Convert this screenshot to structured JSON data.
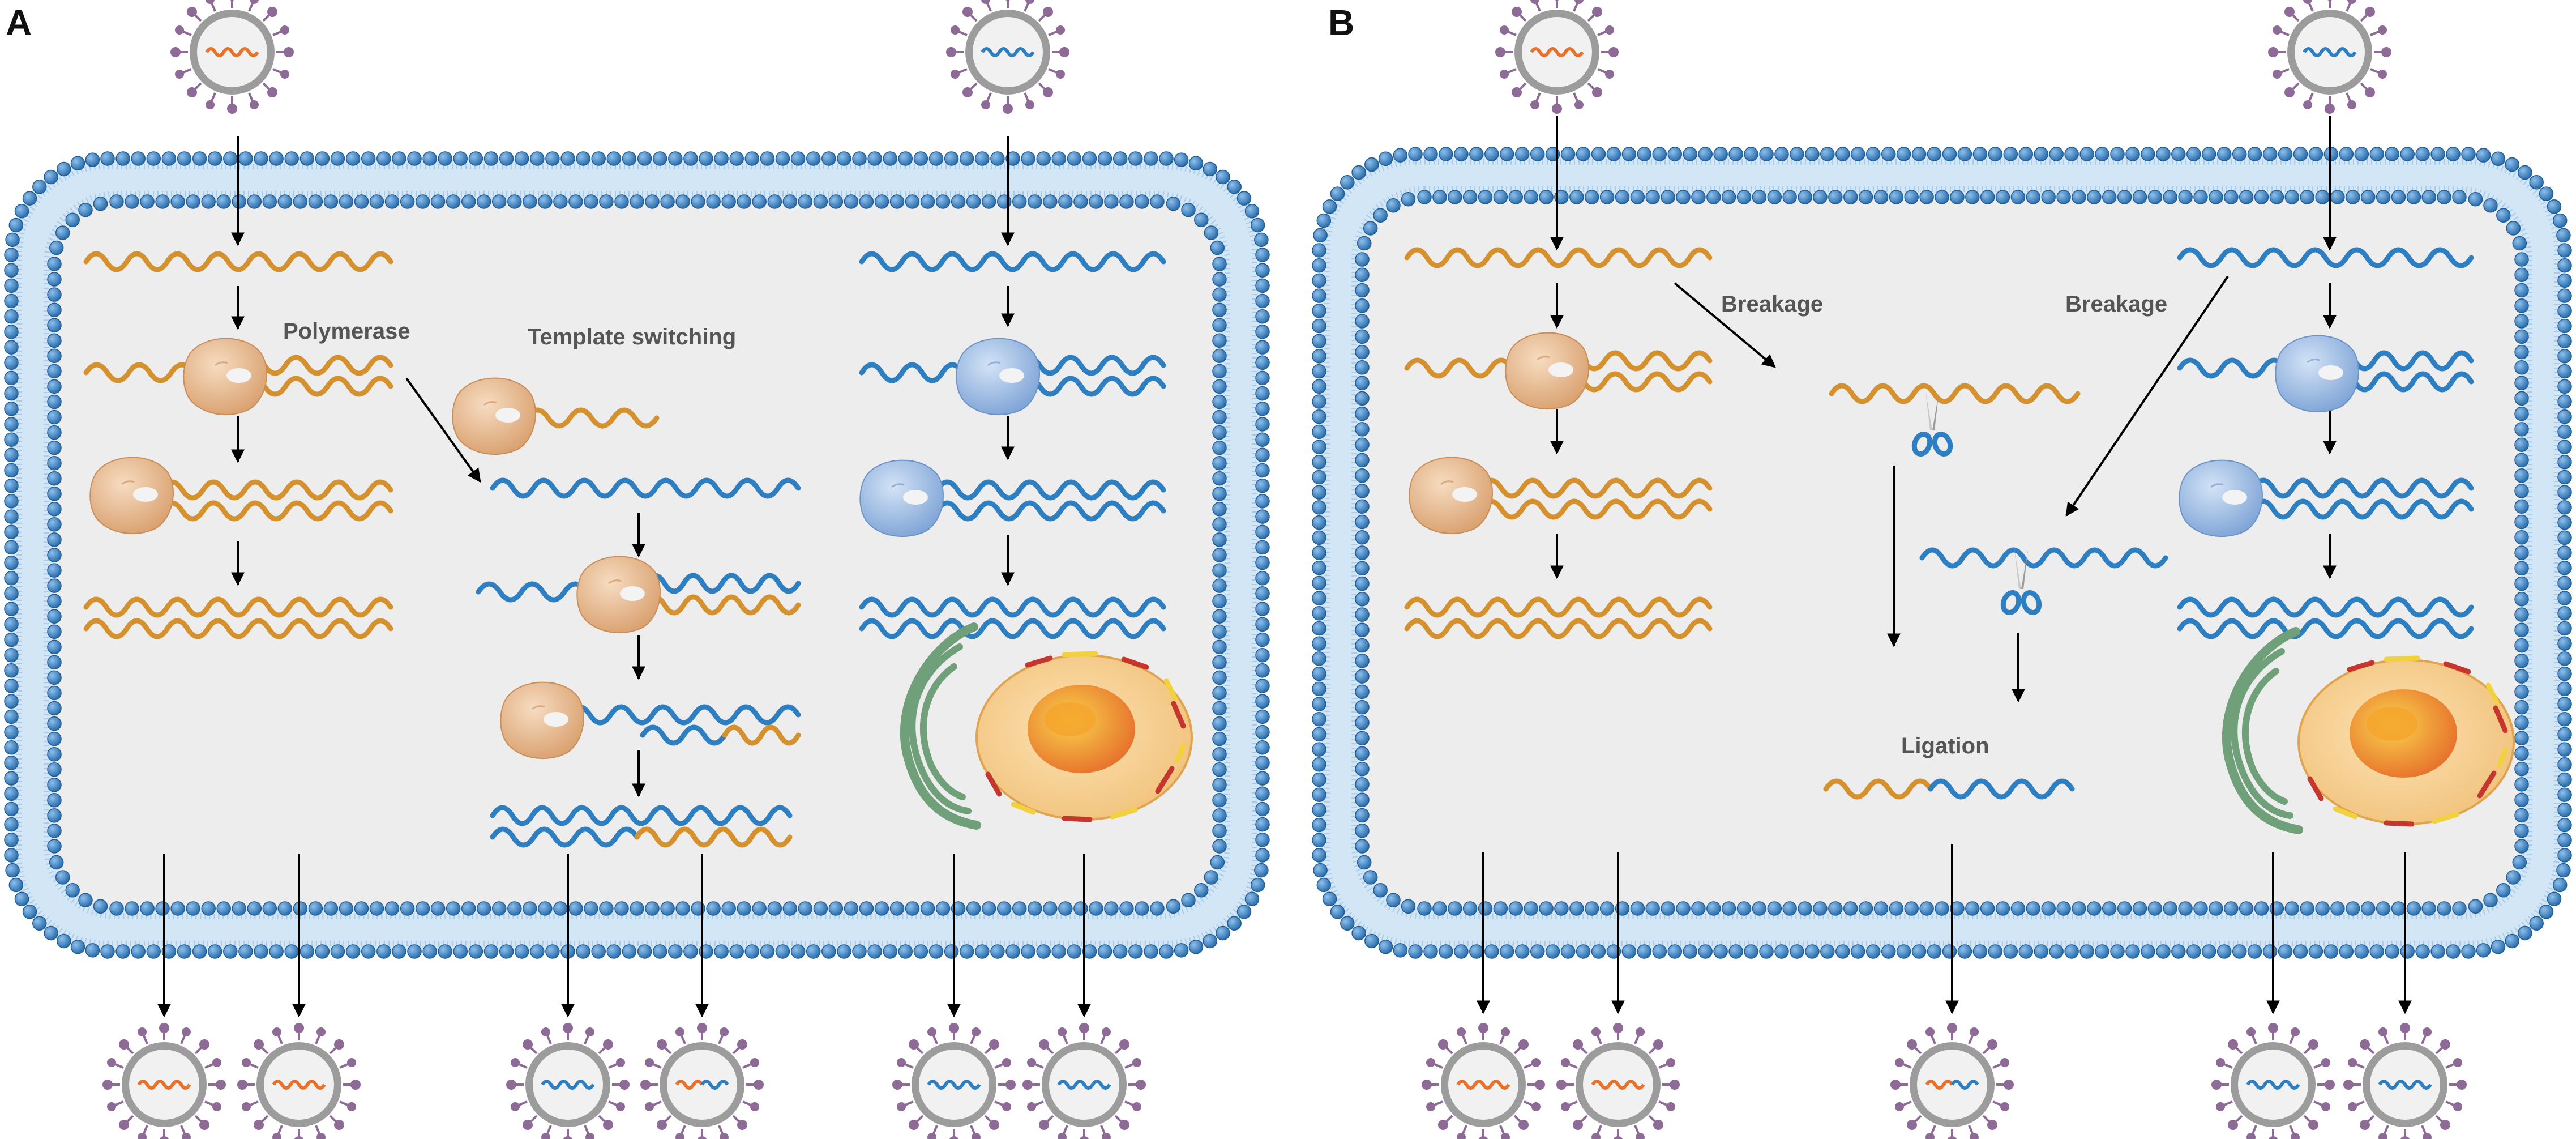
{
  "panels": [
    {
      "letter": "A",
      "labels": {
        "polymerase": "Polymerase",
        "template_switching": "Template switching"
      }
    },
    {
      "letter": "B",
      "labels": {
        "breakage_left": "Breakage",
        "breakage_right": "Breakage",
        "ligation": "Ligation"
      }
    }
  ],
  "colors": {
    "strain_1": "#D4912E",
    "strain_2": "#2E7EC2",
    "membrane_head": "#3F86C4",
    "cytoplasm": "#EDEDED",
    "polymerase_1": "#E8B98E",
    "polymerase_2": "#8FB2DF",
    "virion_spike": "#8E6A97",
    "golgi": "#6FA07A",
    "nucleus": "#F2C76E"
  },
  "icons": {
    "virus": "virus-icon",
    "polymerase": "polymerase-icon",
    "scissors": "scissors-icon",
    "cell_organelle": "golgi-nucleus-icon"
  }
}
